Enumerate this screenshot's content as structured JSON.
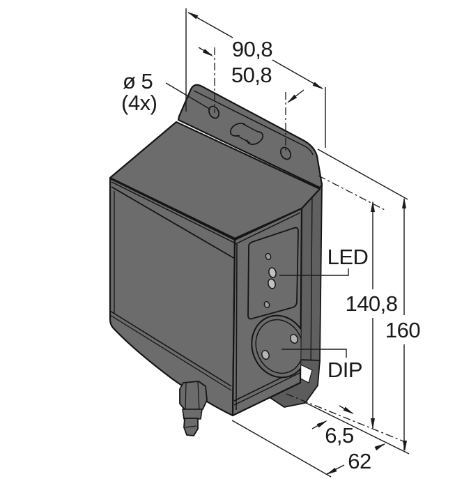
{
  "drawing": {
    "description": "Isometric technical dimension drawing of a sensor housing with mounting bracket, LED indicators, DIP switch cover and bottom cable gland",
    "labels": {
      "hole_diameter": "ø 5",
      "hole_count": "(4x)",
      "width_top_overall": "90,8",
      "hole_spacing": "50,8",
      "led": "LED",
      "height_body": "140,8",
      "height_total": "160",
      "dip": "DIP",
      "depth_offset": "6,5",
      "width_bottom": "62"
    },
    "colors": {
      "background": "#ffffff",
      "body_fill": "#6c6c6c",
      "bracket_side_fill": "#606060",
      "bracket_foot_fill": "#5c5c5c",
      "line": "#1a1a1a",
      "led_large_fill": "#c0c0c0",
      "led_small_fill": "#9d9d9d"
    }
  }
}
